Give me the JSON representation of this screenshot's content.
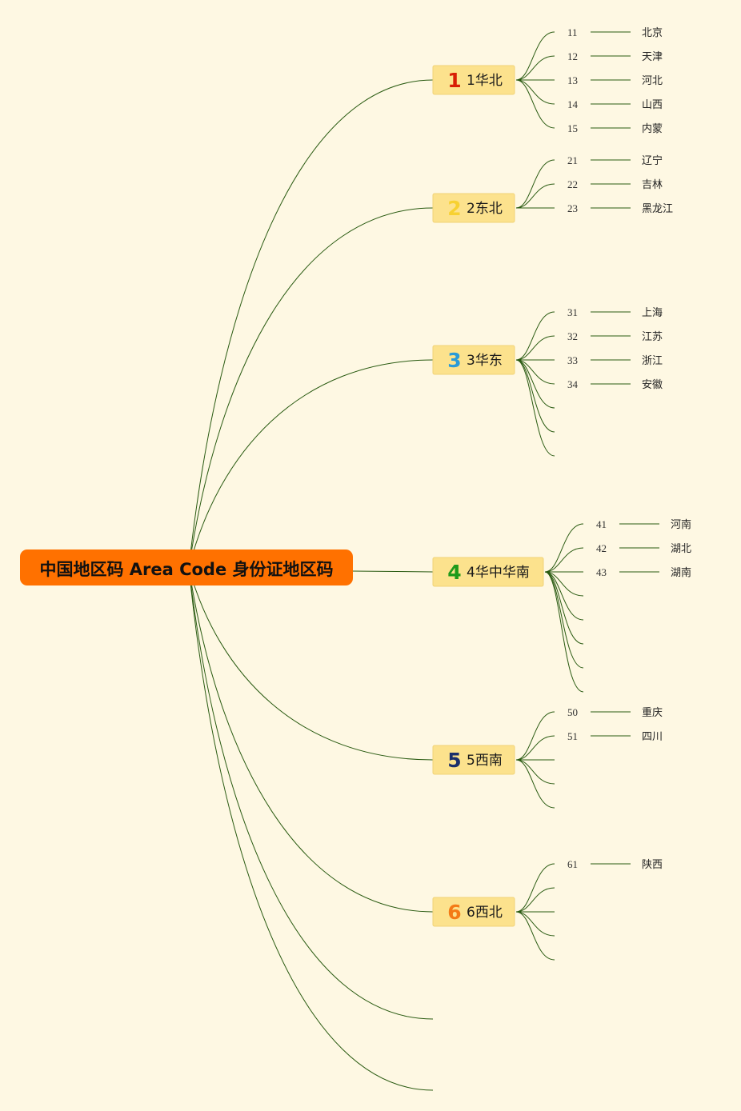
{
  "center": {
    "title": "中国地区码 Area Code 身份证地区码"
  },
  "colors": {
    "background": "#fef8e3",
    "center_fill": "#ff7100",
    "region_fill": "#fce28d",
    "connector": "#2a5b12"
  },
  "regions": [
    {
      "icon_number": "1",
      "icon_color": "#d81e06",
      "label": "1华北",
      "provinces": [
        {
          "code": "11",
          "name": "北京"
        },
        {
          "code": "12",
          "name": "天津"
        },
        {
          "code": "13",
          "name": "河北"
        },
        {
          "code": "14",
          "name": "山西"
        },
        {
          "code": "15",
          "name": "内蒙"
        }
      ],
      "empty_branches": 0
    },
    {
      "icon_number": "2",
      "icon_color": "#f7d131",
      "label": "2东北",
      "provinces": [
        {
          "code": "21",
          "name": "辽宁"
        },
        {
          "code": "22",
          "name": "吉林"
        },
        {
          "code": "23",
          "name": "黑龙江"
        }
      ],
      "empty_branches": 0
    },
    {
      "icon_number": "3",
      "icon_color": "#2a9bd8",
      "label": "3华东",
      "provinces": [
        {
          "code": "31",
          "name": "上海"
        },
        {
          "code": "32",
          "name": "江苏"
        },
        {
          "code": "33",
          "name": "浙江"
        },
        {
          "code": "34",
          "name": "安徽"
        }
      ],
      "empty_branches": 3
    },
    {
      "icon_number": "4",
      "icon_color": "#1f9a1b",
      "label": "4华中华南",
      "provinces": [
        {
          "code": "41",
          "name": "河南"
        },
        {
          "code": "42",
          "name": "湖北"
        },
        {
          "code": "43",
          "name": "湖南"
        }
      ],
      "empty_branches": 5
    },
    {
      "icon_number": "5",
      "icon_color": "#1b2f6b",
      "label": "5西南",
      "provinces": [
        {
          "code": "50",
          "name": "重庆"
        },
        {
          "code": "51",
          "name": "四川"
        }
      ],
      "empty_branches": 3
    },
    {
      "icon_number": "6",
      "icon_color": "#f47b16",
      "label": "6西北",
      "provinces": [
        {
          "code": "61",
          "name": "陕西"
        }
      ],
      "empty_branches": 4
    }
  ],
  "empty_main_branches": 2
}
